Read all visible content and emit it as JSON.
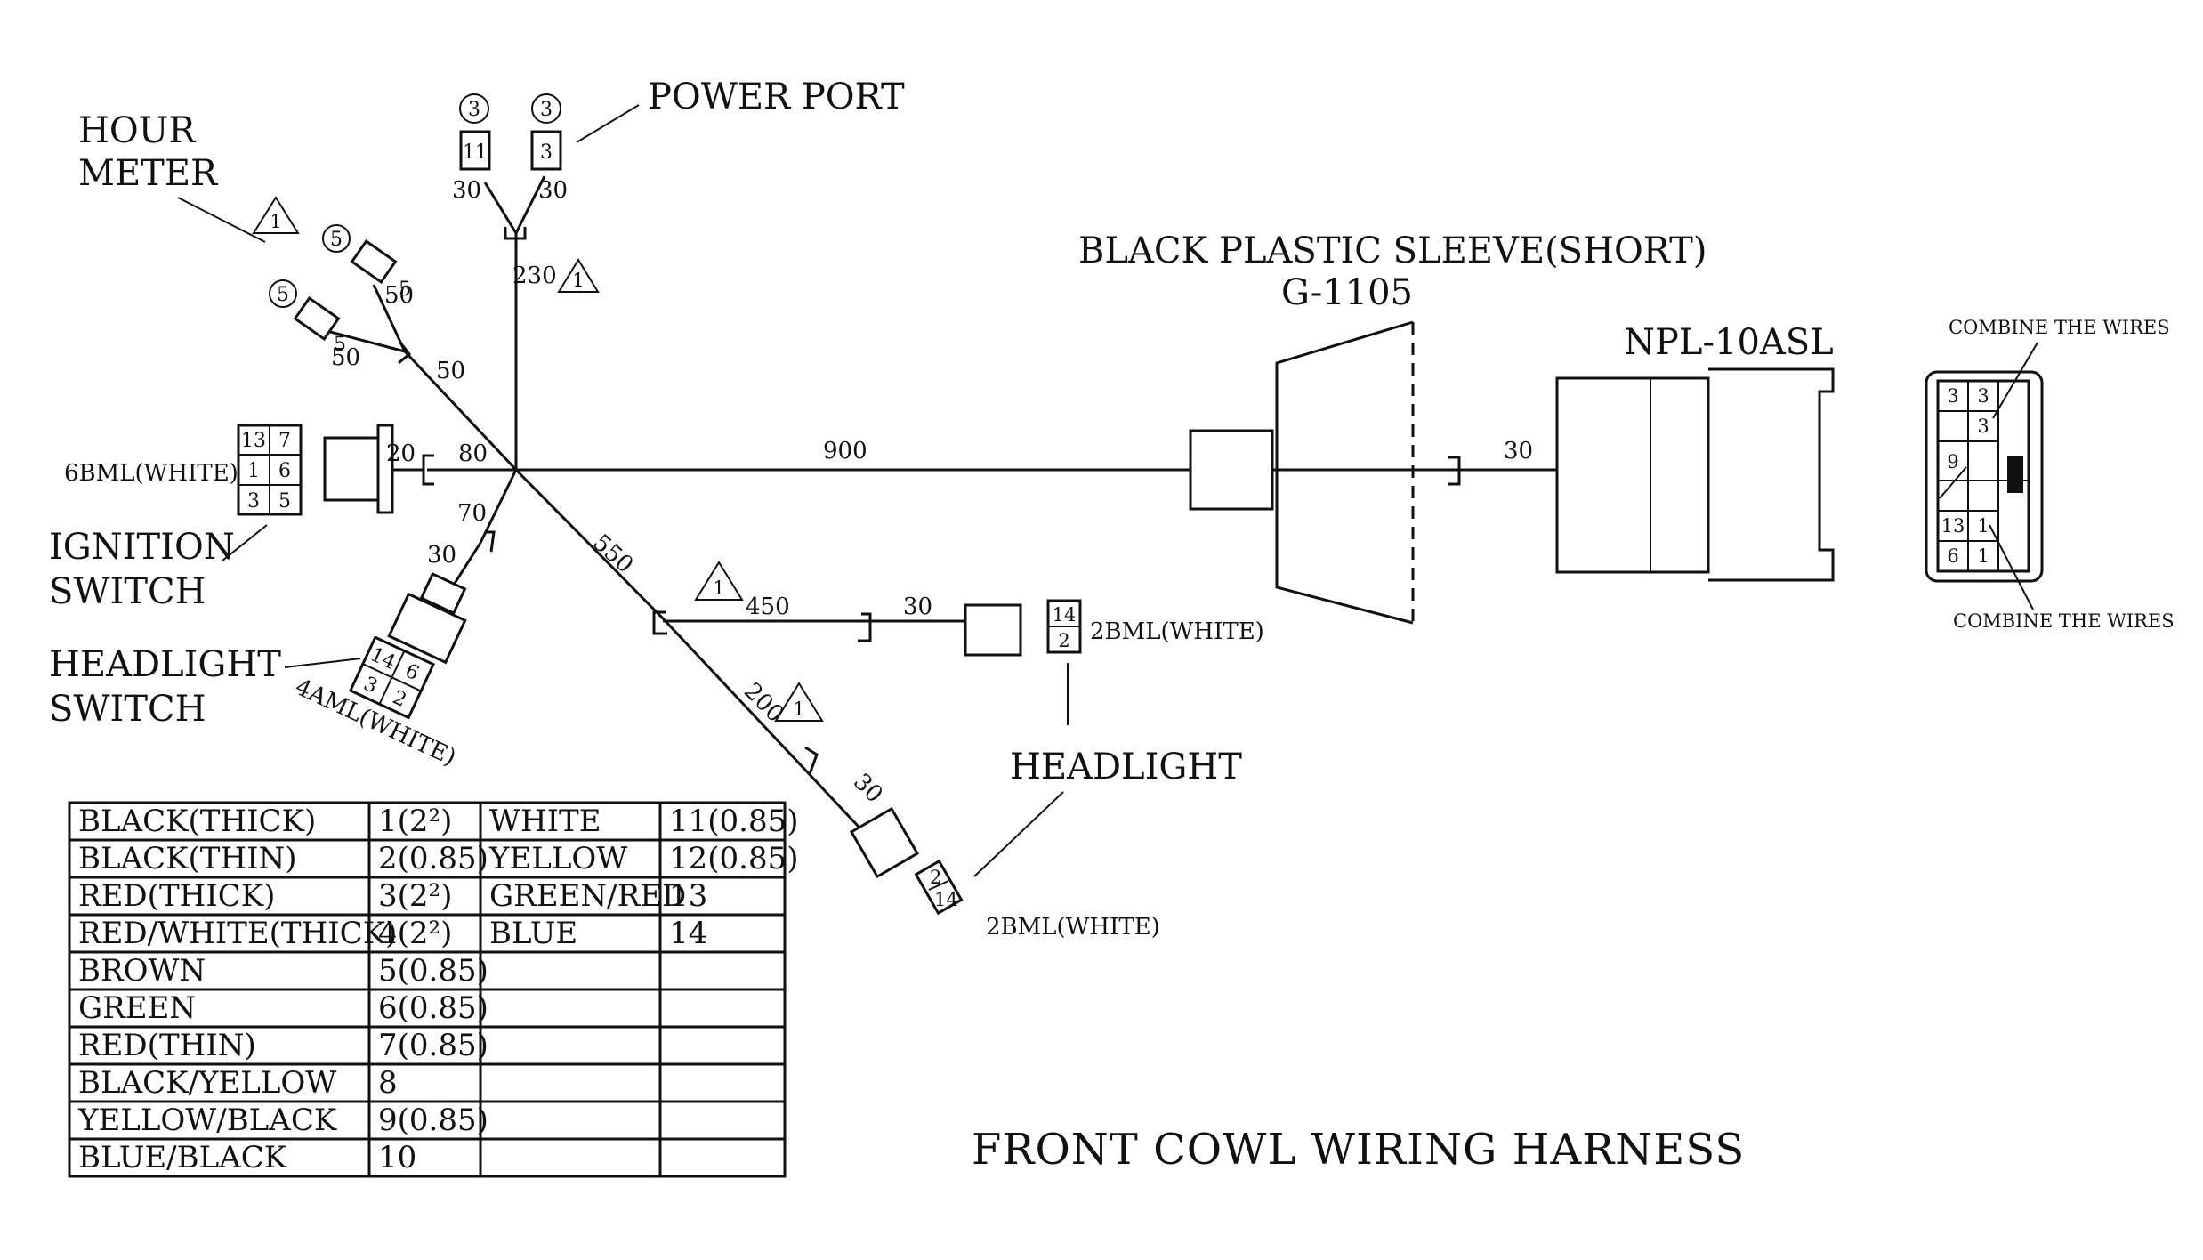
{
  "title": "FRONT COWL WIRING HARNESS",
  "labels": {
    "hour_meter_1": "HOUR",
    "hour_meter_2": "METER",
    "power_port": "POWER PORT",
    "ignition_1": "IGNITION",
    "ignition_2": "SWITCH",
    "headlight_sw_1": "HEADLIGHT",
    "headlight_sw_2": "SWITCH",
    "headlight": "HEADLIGHT",
    "sleeve": "BLACK PLASTIC SLEEVE(SHORT)",
    "sleeve_code": "G-1105",
    "npl": "NPL-10ASL",
    "combine_top": "COMBINE THE WIRES",
    "combine_bottom": "COMBINE THE WIRES",
    "conn_6bml": "6BML(WHITE)",
    "conn_4aml": "4AML(WHITE)",
    "conn_2bml_a": "2BML(WHITE)",
    "conn_2bml_b": "2BML(WHITE)",
    "warn_mark": "1"
  },
  "lengths": {
    "main": "900",
    "right_30": "30",
    "power_230": "230",
    "power_30a": "30",
    "power_30b": "30",
    "hm_50a": "50",
    "hm_50b": "50",
    "hm_50c": "50",
    "ign_20": "20",
    "ign_80": "80",
    "hsw_70": "70",
    "hsw_30": "30",
    "diag_550": "550",
    "hl_450": "450",
    "hl_30": "30",
    "diag_200": "200",
    "diag_30": "30"
  },
  "pins": {
    "pp_a": "3",
    "pp_b": "3",
    "pp_a_code": "11",
    "pp_b_code": "3",
    "hm_a": "5",
    "hm_b": "5",
    "hm_a2": "5",
    "hm_b2": "5",
    "ign": [
      "13",
      "7",
      "1",
      "6",
      "3",
      "5"
    ],
    "hsw": [
      "14",
      "6",
      "3",
      "2"
    ],
    "hl_a": [
      "14",
      "2"
    ],
    "hl_b": [
      "2",
      "14"
    ],
    "npl": [
      "3",
      "3",
      "3",
      "9",
      "13",
      "1",
      "6",
      "1"
    ]
  },
  "color_table": {
    "left": [
      {
        "color": "BLACK(THICK)",
        "code": "1(2²)"
      },
      {
        "color": "BLACK(THIN)",
        "code": "2(0.85)"
      },
      {
        "color": "RED(THICK)",
        "code": "3(2²)"
      },
      {
        "color": "RED/WHITE(THICK)",
        "code": "4(2²)"
      },
      {
        "color": "BROWN",
        "code": "5(0.85)"
      },
      {
        "color": "GREEN",
        "code": "6(0.85)"
      },
      {
        "color": "RED(THIN)",
        "code": "7(0.85)"
      },
      {
        "color": "BLACK/YELLOW",
        "code": "8"
      },
      {
        "color": "YELLOW/BLACK",
        "code": "9(0.85)"
      },
      {
        "color": "BLUE/BLACK",
        "code": "10"
      }
    ],
    "right": [
      {
        "color": "WHITE",
        "code": "11(0.85)"
      },
      {
        "color": "YELLOW",
        "code": "12(0.85)"
      },
      {
        "color": "GREEN/RED",
        "code": "13"
      },
      {
        "color": "BLUE",
        "code": "14"
      },
      {
        "color": "",
        "code": ""
      },
      {
        "color": "",
        "code": ""
      },
      {
        "color": "",
        "code": ""
      },
      {
        "color": "",
        "code": ""
      },
      {
        "color": "",
        "code": ""
      },
      {
        "color": "",
        "code": ""
      }
    ]
  }
}
